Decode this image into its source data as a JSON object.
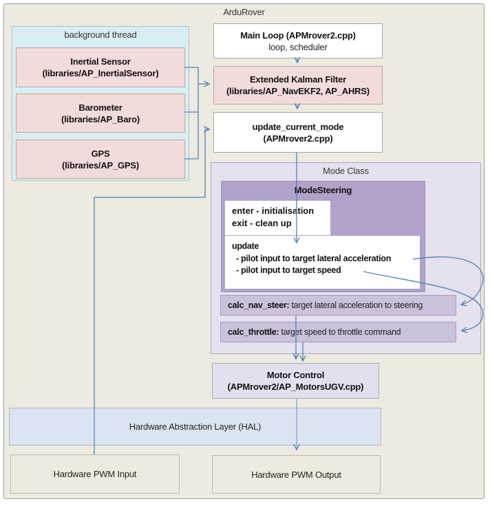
{
  "diagram": {
    "title": "ArduRover",
    "background_thread": {
      "label": "background thread",
      "sensors": [
        {
          "title": "Inertial Sensor",
          "subtitle": "(libraries/AP_InertialSensor)"
        },
        {
          "title": "Barometer",
          "subtitle": "(libraries/AP_Baro)"
        },
        {
          "title": "GPS",
          "subtitle": "(libraries/AP_GPS)"
        }
      ]
    },
    "main_loop": {
      "title": "Main Loop (APMrover2.cpp)",
      "subtitle": "loop, scheduler"
    },
    "ekf": {
      "title": "Extended Kalman Filter",
      "subtitle": "(libraries/AP_NavEKF2, AP_AHRS)"
    },
    "update_current_mode": {
      "title": "update_current_mode",
      "subtitle": "(APMrover2.cpp)"
    },
    "mode_class": {
      "label": "Mode Class",
      "mode_steering": {
        "title": "ModeSteering",
        "enter_exit": {
          "line1": "enter - initialisation",
          "line2": "exit - clean up"
        },
        "update": {
          "heading": "update",
          "bullets": [
            "- pilot input to target lateral acceleration",
            "- pilot input to target speed"
          ]
        }
      },
      "calc_nav_steer": {
        "keyword": "calc_nav_steer:",
        "description": " target lateral acceleration to steering"
      },
      "calc_throttle": {
        "keyword": "calc_throttle:",
        "description": " target speed to throttle command"
      }
    },
    "motor_control": {
      "title": "Motor Control",
      "subtitle": "(APMrover2/AP_MotorsUGV.cpp)"
    },
    "hal": {
      "label": "Hardware Abstraction Layer (HAL)"
    },
    "pwm_input": {
      "label": "Hardware PWM Input"
    },
    "pwm_output": {
      "label": "Hardware PWM Output"
    },
    "colors": {
      "page_background": "#edebe0",
      "sensor_fill": "#f2dcdb",
      "background_thread_fill": "#d9eef3",
      "mode_class_fill": "#e6e1ee",
      "mode_steering_fill": "#b2a2c7",
      "calc_fill": "#ccc1da",
      "motor_fill": "#e2dfee",
      "hal_fill": "#dbe5f1",
      "arrow": "#4f81bd"
    }
  }
}
